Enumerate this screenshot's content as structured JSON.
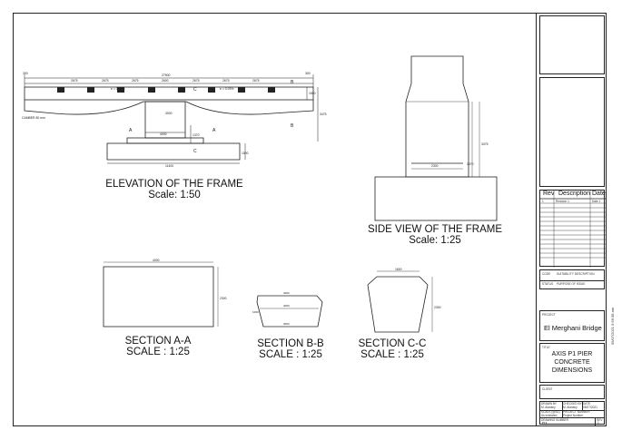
{
  "elevation": {
    "title": "ELEVATION OF THE FRAME",
    "scale": "Scale: 1:50",
    "dims_top": [
      "2675",
      "2675",
      "2675",
      "2600",
      "2675",
      "2675",
      "2675"
    ],
    "overall": "27500",
    "left_end": "300",
    "right_end": "300",
    "slope_left": "e = 0.03%",
    "slope_right": "e = 0.03%",
    "camber": "CAMBER 80 mm",
    "col_width": "4000",
    "col_height": "3000",
    "total_height": "3475",
    "deck_depth": "1500",
    "footing_width": "11400",
    "footing_height": "1000",
    "neck": "1370",
    "sec_a": "A",
    "sec_b": "B",
    "sec_c": "C"
  },
  "side_view": {
    "title": "SIDE VIEW OF THE FRAME",
    "scale": "Scale: 1:25",
    "base_dim": "2300",
    "h1": "1370",
    "h2": "3475"
  },
  "section_aa": {
    "title": "SECTION A-A",
    "scale": "SCALE : 1:25",
    "width": "4000",
    "height": "2300"
  },
  "section_bb": {
    "title": "SECTION B-B",
    "scale": "SCALE : 1:25",
    "dims": [
      "4000",
      "4000",
      "3000",
      "1000"
    ]
  },
  "section_cc": {
    "title": "SECTION C-C",
    "scale": "SCALE : 1:25",
    "top": "1600",
    "height": "2300"
  },
  "title_block": {
    "rev_headers": [
      "Rev",
      "Description",
      "Date"
    ],
    "rev_row": [
      "1",
      "Revision 1",
      "Date 1"
    ],
    "code_label": "CODE",
    "code_value": "SUITABILITY DESCRIPTION",
    "status_label": "STATUS",
    "status_value": "PURPOSE OF ISSUE",
    "project_label": "PROJECT",
    "project_name": "El Merghani Bridge",
    "title_label": "TITLE",
    "drawing_title_1": "AXIS P1 PIER",
    "drawing_title_2": "CONCRETE",
    "drawing_title_3": "DIMENSIONS",
    "client_label": "CLIENT",
    "drawn_label": "DRAWN BY",
    "drawn_value": "M. Alanany",
    "checked_label": "CHECKED BY",
    "checked_value": "M. Alanany",
    "date_label": "DATE",
    "date_value": "05/07/2021",
    "scale_label": "SCALE (@A1)",
    "scale_value": "As indicated",
    "projnum_label": "PROJECT NUMBER",
    "projnum_value": "Project Number",
    "drawing_label": "DRAWING NUMBER",
    "drawing_value": "D1",
    "rev_label": "REV",
    "rev_value": "1",
    "vertical_text": "05/07/2021 9:56:38 am"
  }
}
